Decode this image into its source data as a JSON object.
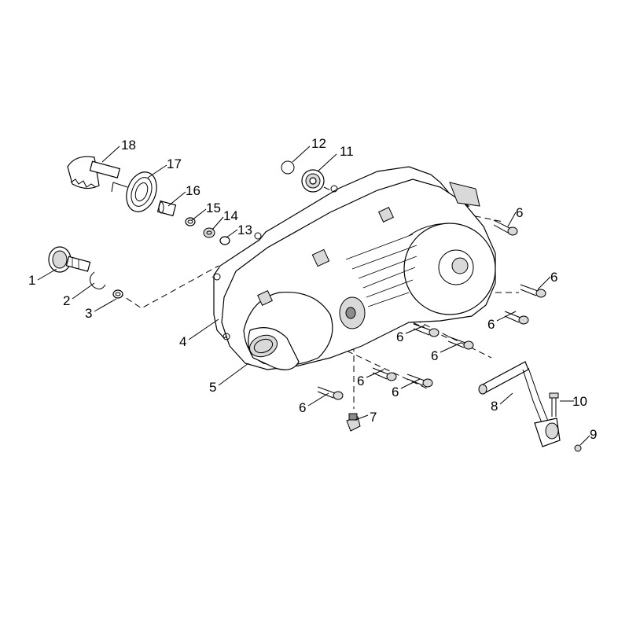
{
  "callouts": [
    {
      "id": "1",
      "label": "1"
    },
    {
      "id": "2",
      "label": "2"
    },
    {
      "id": "3",
      "label": "3"
    },
    {
      "id": "4",
      "label": "4"
    },
    {
      "id": "5",
      "label": "5"
    },
    {
      "id": "6",
      "label": "6"
    },
    {
      "id": "7",
      "label": "7"
    },
    {
      "id": "8",
      "label": "8"
    },
    {
      "id": "9",
      "label": "9"
    },
    {
      "id": "10",
      "label": "10"
    },
    {
      "id": "11",
      "label": "11"
    },
    {
      "id": "12",
      "label": "12"
    },
    {
      "id": "13",
      "label": "13"
    },
    {
      "id": "14",
      "label": "14"
    },
    {
      "id": "15",
      "label": "15"
    },
    {
      "id": "16",
      "label": "16"
    },
    {
      "id": "17",
      "label": "17"
    },
    {
      "id": "18",
      "label": "18"
    }
  ],
  "colors": {
    "line": "#000000",
    "background": "#ffffff",
    "shading": "#d9d9d9"
  }
}
